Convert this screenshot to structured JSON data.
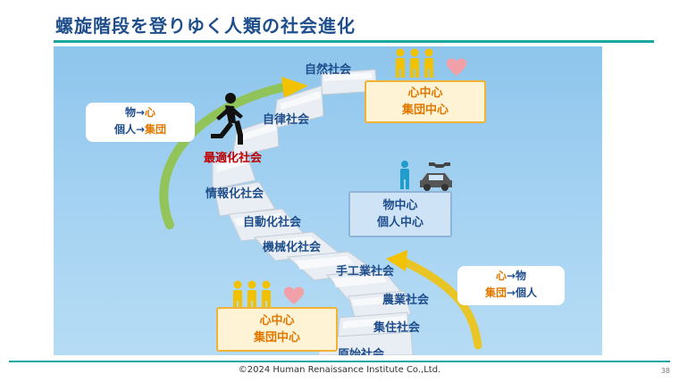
{
  "slide": {
    "title": "螺旋階段を登りゆく人類の社会進化",
    "footer": "©2024 Human Renaissance Institute Co.,Ltd.",
    "page_number": "38"
  },
  "stages": {
    "nature": "自然社会",
    "autonomy": "自律社会",
    "optimization": "最適化社会",
    "information": "情報化社会",
    "automation": "自動化社会",
    "machine": "機械化社会",
    "handicraft": "手工業社会",
    "agriculture": "農業社会",
    "settlement": "集住社会",
    "primitive": "原始社会"
  },
  "boxes": {
    "top_orange": [
      "心中心",
      "集団中心"
    ],
    "middle_blue": [
      "物中心",
      "個人中心"
    ],
    "bottom_orange": [
      "心中心",
      "集団中心"
    ]
  },
  "transitions": {
    "upper": {
      "arrow": "→",
      "from1": "物",
      "to1": "心",
      "from2": "個人",
      "to2": "集団"
    },
    "lower": {
      "arrow": "→",
      "from1": "心",
      "to1": "物",
      "from2": "集団",
      "to2": "個人"
    }
  },
  "icons": [
    "people-group-icon",
    "heart-icon",
    "person-climbing-icon",
    "person-icon",
    "wrench-icon",
    "car-icon"
  ],
  "colors": {
    "title": "#1f4e8c",
    "accent_rule": "#1aa7a2",
    "orange": "#e07800",
    "red": "#c00000",
    "people": "#f2c200",
    "heart": "#f2a0a8"
  }
}
